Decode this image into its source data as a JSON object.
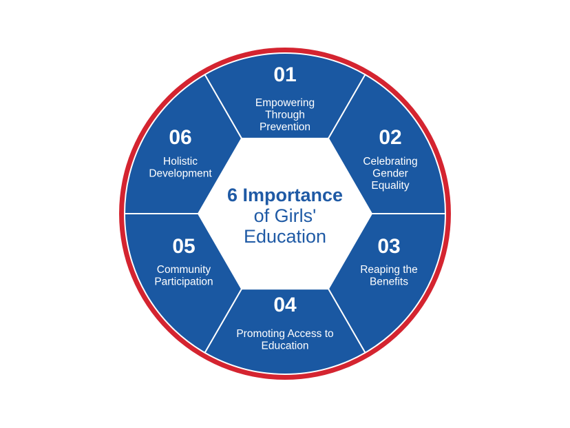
{
  "colors": {
    "ring": "#d42430",
    "segment": "#1a58a2",
    "divider": "#ffffff",
    "center_fill": "#ffffff",
    "center_text": "#1f5aa5"
  },
  "center": {
    "line1": "6 Importance",
    "line2": "of Girls'",
    "line3": "Education"
  },
  "segments": [
    {
      "number": "01",
      "label_lines": [
        "Empowering",
        "Through",
        "Prevention"
      ]
    },
    {
      "number": "02",
      "label_lines": [
        "Celebrating",
        "Gender",
        "Equality"
      ]
    },
    {
      "number": "03",
      "label_lines": [
        "Reaping the",
        "Benefits"
      ]
    },
    {
      "number": "04",
      "label_lines": [
        "Promoting Access to",
        "Education"
      ]
    },
    {
      "number": "05",
      "label_lines": [
        "Community",
        "Participation"
      ]
    },
    {
      "number": "06",
      "label_lines": [
        "Holistic",
        "Development"
      ]
    }
  ]
}
